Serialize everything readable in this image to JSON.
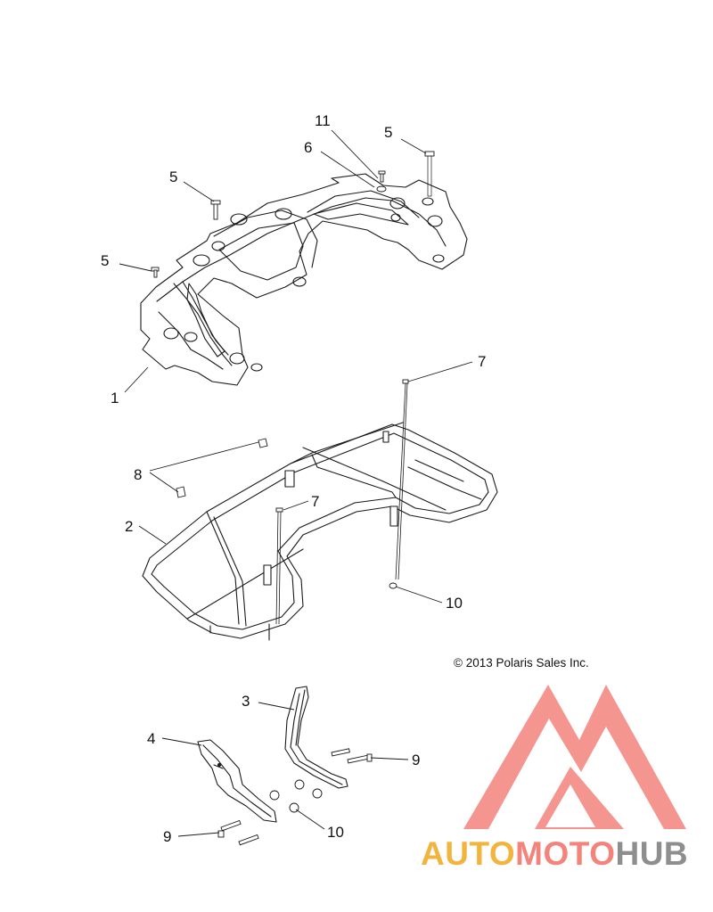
{
  "callouts": {
    "c1": "1",
    "c2": "2",
    "c3": "3",
    "c4": "4",
    "c5a": "5",
    "c5b": "5",
    "c5c": "5",
    "c6": "6",
    "c7a": "7",
    "c7b": "7",
    "c8": "8",
    "c9a": "9",
    "c9b": "9",
    "c10a": "10",
    "c10b": "10",
    "c11": "11"
  },
  "copyright": "© 2013 Polaris Sales Inc.",
  "watermark": {
    "part1": "AUTO",
    "part2": "MOTO",
    "part3": "HUB",
    "color_auto": "#f2b43c",
    "color_moto": "#f4837c",
    "color_hub": "#8e8e8e",
    "logo_color": "#f4837c"
  }
}
